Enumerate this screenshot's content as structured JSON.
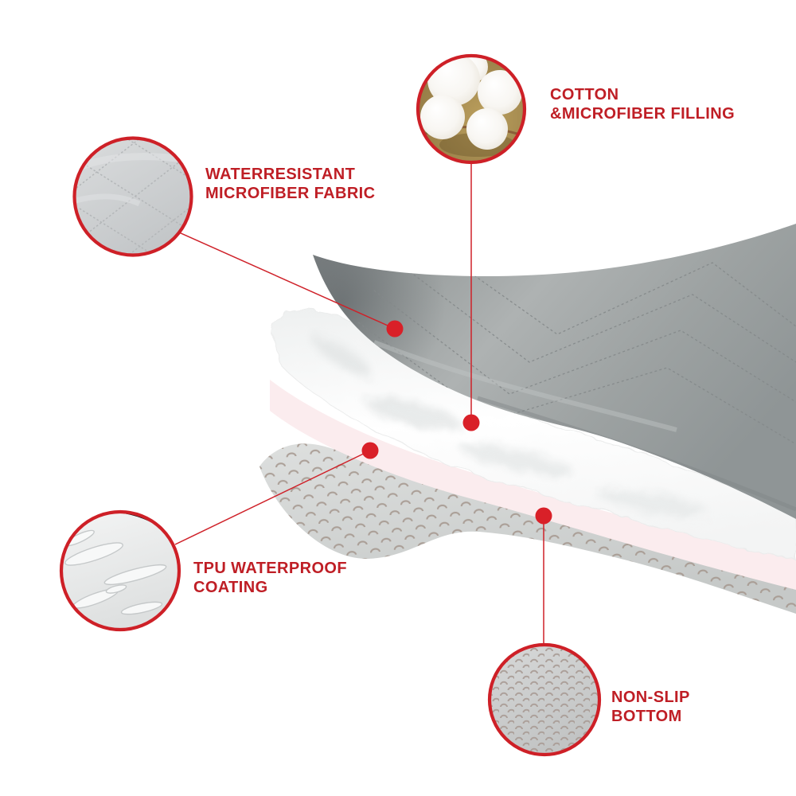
{
  "colors": {
    "label_red": "#bf1e25",
    "accent_red": "#d22028",
    "ring_red": "#ce2027",
    "quilt_gray": "#9da2a2",
    "cotton_gold": "#a98f4e",
    "pink_layer": "#fbecee",
    "bottom_layer_gray": "#d3d6d5"
  },
  "callouts": {
    "fabric": {
      "line1": "WATERRESISTANT",
      "line2": "MICROFIBER FABRIC"
    },
    "cotton": {
      "line1": "COTTON",
      "line2": "&MICROFIBER FILLING"
    },
    "tpu": {
      "line1": "TPU WATERPROOF",
      "line2": "COATING"
    },
    "nonslip": {
      "line1": "NON-SLIP",
      "line2": "BOTTOM"
    }
  }
}
